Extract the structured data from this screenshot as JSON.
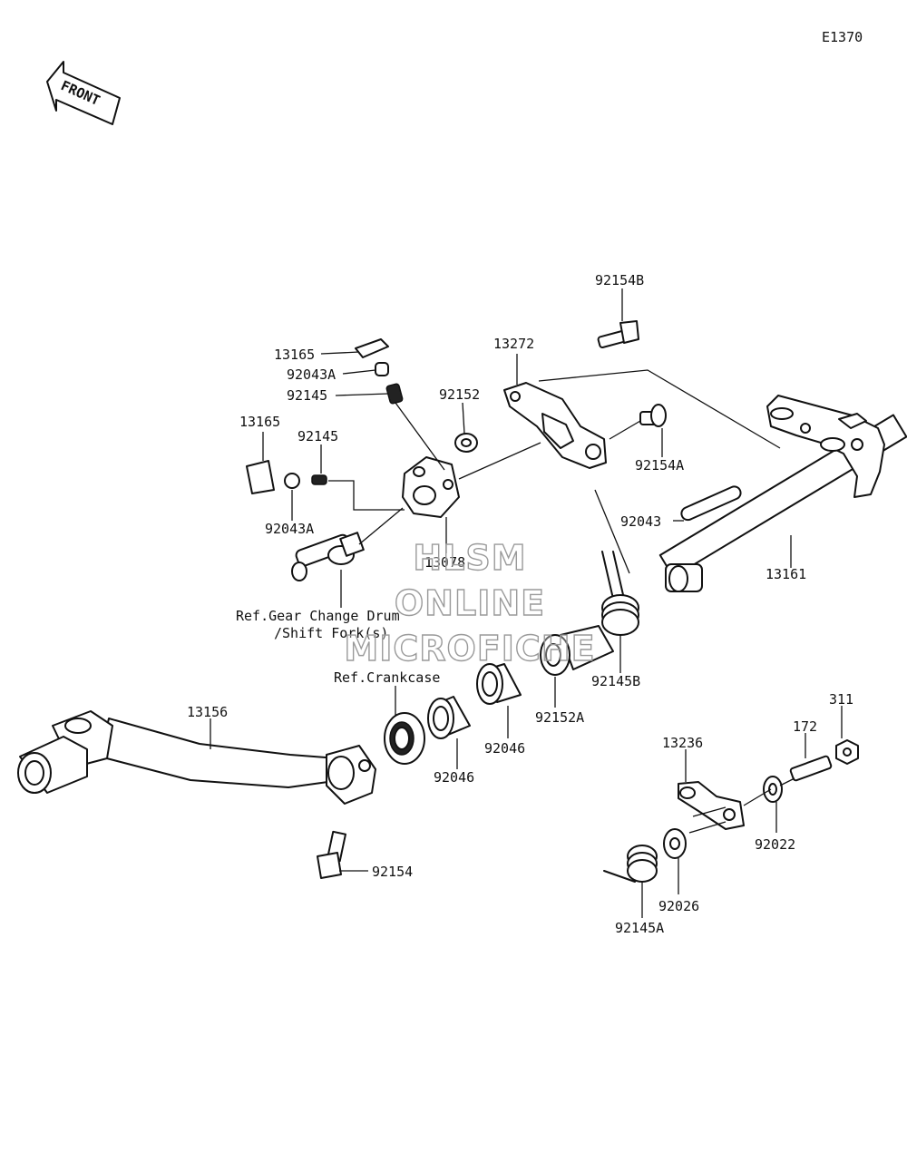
{
  "diagram_code": "E1370",
  "front_label": "FRONT",
  "labels": {
    "p92154B": "92154B",
    "p13272": "13272",
    "p13165_top": "13165",
    "p92043A_top": "92043A",
    "p92145_top": "92145",
    "p92152": "92152",
    "p13165_left": "13165",
    "p92145_left": "92145",
    "p92154A": "92154A",
    "p92043A_left": "92043A",
    "p13078": "13078",
    "p92043": "92043",
    "p13161": "13161",
    "ref_gear_1": "Ref.Gear Change Drum",
    "ref_gear_2": "/Shift Fork(s)",
    "p92145B": "92145B",
    "ref_crankcase": "Ref.Crankcase",
    "p13156": "13156",
    "p92152A": "92152A",
    "p92046_a": "92046",
    "p92046_b": "92046",
    "p311": "311",
    "p172": "172",
    "p13236": "13236",
    "p92022": "92022",
    "p92154": "92154",
    "p92026": "92026",
    "p92145A": "92145A"
  },
  "watermark": {
    "line1": "HLSM",
    "line2": "ONLINE",
    "line3": "MICROFICHE"
  },
  "colors": {
    "ink": "#111111",
    "background": "#ffffff",
    "watermark": "#9a9a9a"
  }
}
